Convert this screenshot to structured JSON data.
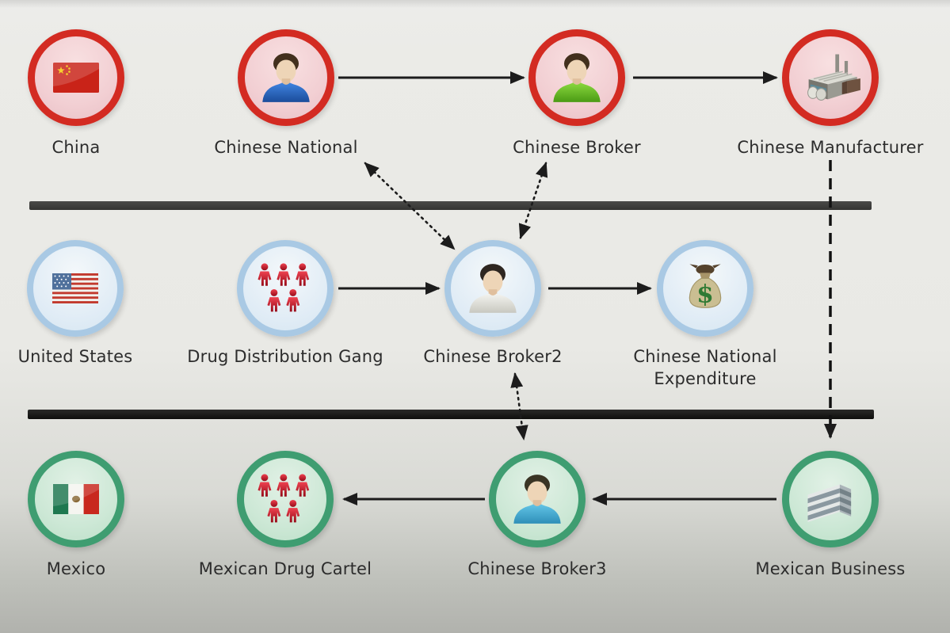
{
  "rows": [
    {
      "region": "China",
      "accent": "#d32b22",
      "fill": "#f2cfd3"
    },
    {
      "region": "United States",
      "accent": "#a9c9e4",
      "fill": "#e2edf6"
    },
    {
      "region": "Mexico",
      "accent": "#3f9d71",
      "fill": "#cde8d6"
    }
  ],
  "nodes": {
    "china": {
      "label": "China",
      "icon": "china-flag-icon"
    },
    "chinese_national": {
      "label": "Chinese National",
      "icon": "person-blue-shirt-icon"
    },
    "chinese_broker": {
      "label": "Chinese Broker",
      "icon": "person-green-shirt-icon"
    },
    "chinese_manufacturer": {
      "label": "Chinese Manufacturer",
      "icon": "factory-icon"
    },
    "united_states": {
      "label": "United States",
      "icon": "us-flag-icon"
    },
    "drug_distribution_gang": {
      "label": "Drug Distribution Gang",
      "icon": "crowd-icon"
    },
    "chinese_broker2": {
      "label": "Chinese Broker2",
      "icon": "person-white-shirt-icon"
    },
    "chinese_national_expenditure": {
      "label": "Chinese National Expenditure",
      "icon": "money-bag-icon"
    },
    "mexico": {
      "label": "Mexico",
      "icon": "mexico-flag-icon"
    },
    "mexican_drug_cartel": {
      "label": "Mexican Drug Cartel",
      "icon": "crowd-icon"
    },
    "chinese_broker3": {
      "label": "Chinese Broker3",
      "icon": "person-lightblue-shirt-icon"
    },
    "mexican_business": {
      "label": "Mexican Business",
      "icon": "building-icon"
    }
  },
  "icons": {
    "dollar_glyph": "$"
  },
  "connections": [
    {
      "from": "Chinese National",
      "to": "Chinese Broker",
      "style": "solid-arrow"
    },
    {
      "from": "Chinese Broker",
      "to": "Chinese Manufacturer",
      "style": "solid-arrow"
    },
    {
      "from": "Drug Distribution Gang",
      "to": "Chinese Broker2",
      "style": "solid-arrow"
    },
    {
      "from": "Chinese Broker2",
      "to": "Chinese National Expenditure",
      "style": "solid-arrow"
    },
    {
      "from": "Chinese Broker3",
      "to": "Mexican Drug Cartel",
      "style": "solid-arrow"
    },
    {
      "from": "Mexican Business",
      "to": "Chinese Broker3",
      "style": "solid-arrow"
    },
    {
      "from": "Chinese Manufacturer",
      "to": "Mexican Business",
      "style": "dashed-arrow"
    },
    {
      "from": "Chinese National",
      "to": "Chinese Broker2",
      "style": "dotted-bidirectional"
    },
    {
      "from": "Chinese Broker",
      "to": "Chinese Broker2",
      "style": "dotted-bidirectional"
    },
    {
      "from": "Chinese Broker2",
      "to": "Chinese Broker3",
      "style": "dotted-bidirectional"
    }
  ],
  "colors": {
    "china_accent": "#d32b22",
    "us_accent": "#a9c9e4",
    "mexico_accent": "#3f9d71",
    "divider_top": "#3d3d3b",
    "divider_bottom": "#141412",
    "arrow": "#1c1c1c",
    "background_top": "#ebebe7",
    "background_bottom": "#b1b2ad"
  }
}
